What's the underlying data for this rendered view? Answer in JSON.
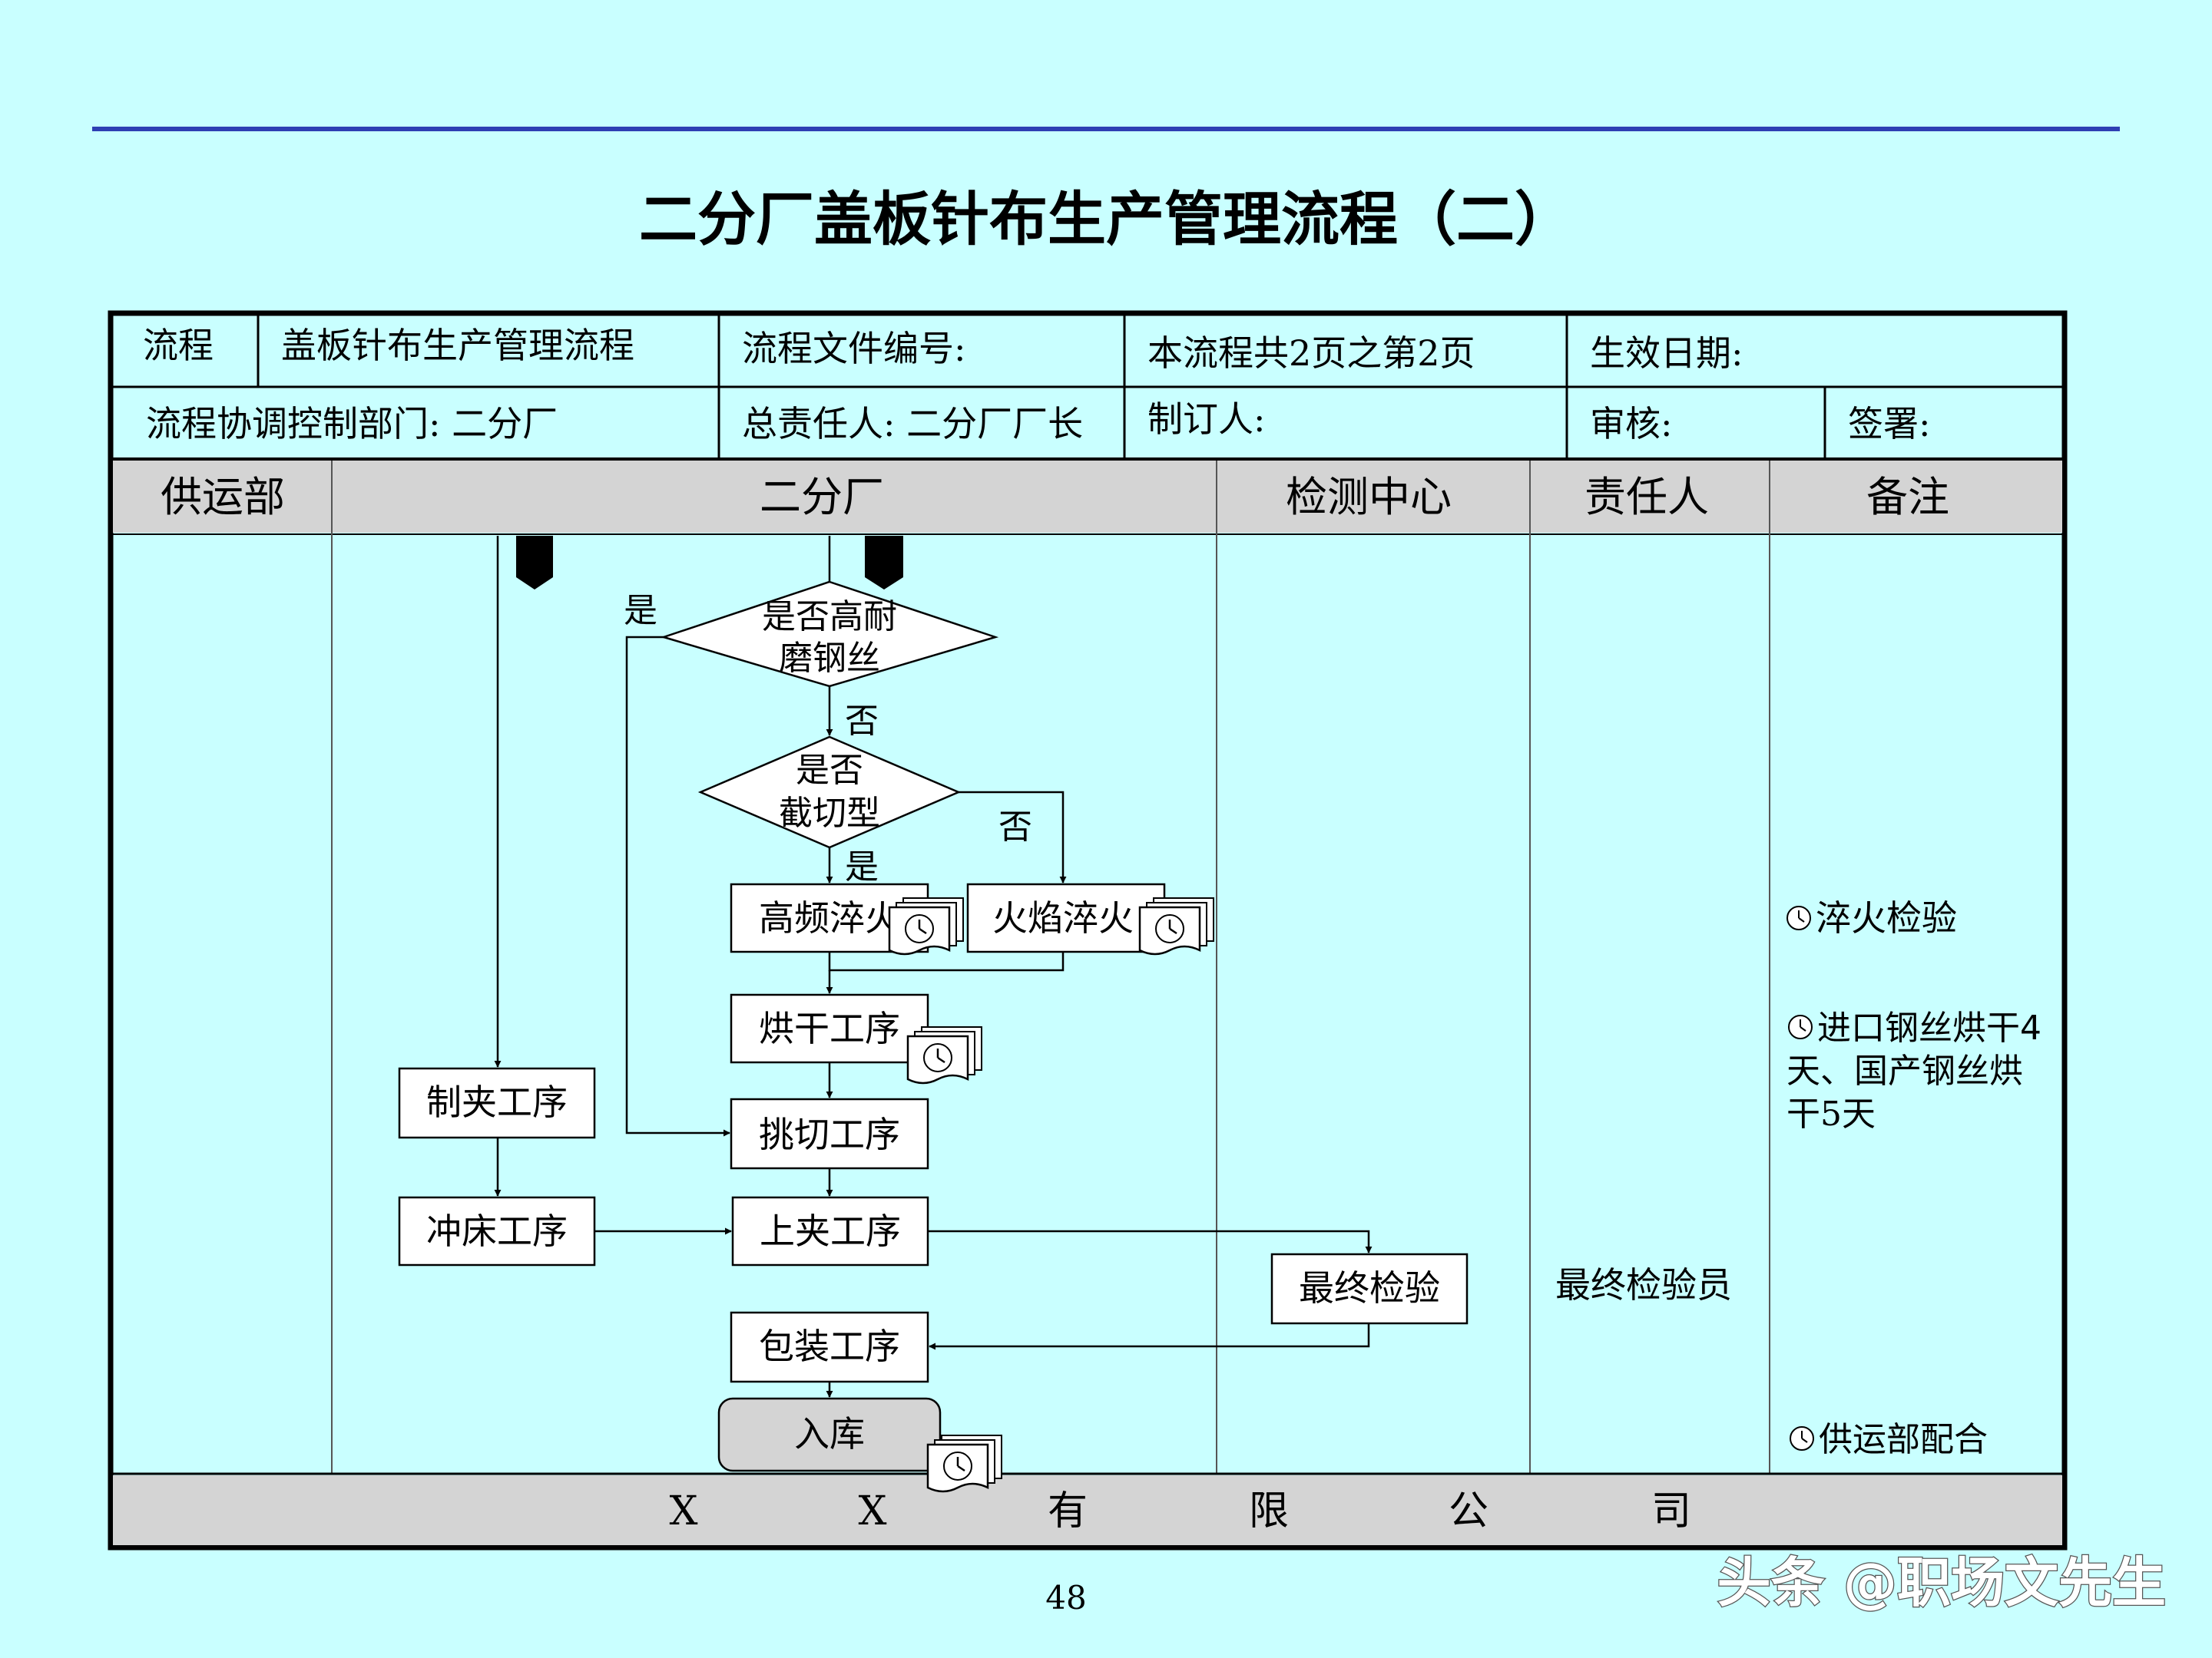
{
  "title": "二分厂盖板针布生产管理流程（二）",
  "header": {
    "row1": {
      "process_label": "流程",
      "process_name": "盖板针布生产管理流程",
      "doc_no": "流程文件编号:",
      "pages": "本流程共2页之第2页",
      "effective": "生效日期:"
    },
    "row2": {
      "dept": "流程协调控制部门:  二分厂",
      "owner": "总责任人: 二分厂厂长",
      "author": "制订人:",
      "review": "审核:",
      "sign": "签署:"
    }
  },
  "lanes": [
    "供运部",
    "二分厂",
    "检测中心",
    "责任人",
    "备注"
  ],
  "nodes": {
    "d1_line1": "是否高耐",
    "d1_line2": "磨钢丝",
    "d2_line1": "是否",
    "d2_line2": "截切型",
    "high_freq": "高频淬火",
    "flame": "火焰淬火",
    "dry": "烘干工序",
    "pick_cut": "挑切工序",
    "make_clip": "制夹工序",
    "punch": "冲床工序",
    "upper_clip": "上夹工序",
    "final_check": "最终检验",
    "pack": "包装工序",
    "storage": "入库"
  },
  "edge_labels": {
    "yes1": "是",
    "no1": "否",
    "no2": "否",
    "yes2": "是"
  },
  "responsible": {
    "final_inspector": "最终检验员"
  },
  "notes": {
    "quench": "淬火检验",
    "dry_line1": "进口钢丝烘干4",
    "dry_line2": "天、国产钢丝烘",
    "dry_line3": "干5天",
    "supply": "供运部配合"
  },
  "footer": [
    "X",
    "X",
    "有",
    "限",
    "公",
    "司"
  ],
  "page_number": "48",
  "watermark": "头条 @职场文先生",
  "colors": {
    "background": "#c9ffff",
    "rule": "#2e3fb3",
    "lane_header": "#d4d4d4"
  }
}
